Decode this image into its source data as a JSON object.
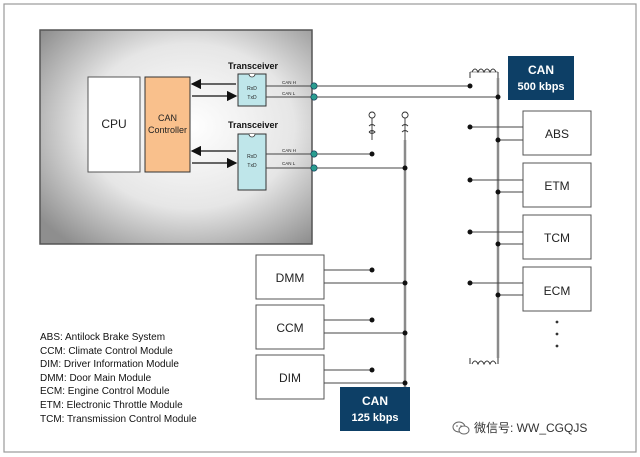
{
  "labels": {
    "cpu": "CPU",
    "can_controller_line1": "CAN",
    "can_controller_line2": "Controller",
    "transceiver_top": "Transceiver",
    "transceiver_bottom": "Transceiver",
    "rxd": "RxD",
    "txd": "TxD",
    "can_h": "CAN H",
    "can_l": "CAN L"
  },
  "bus_high": {
    "line1": "CAN",
    "line2": "500 kbps"
  },
  "bus_low": {
    "line1": "CAN",
    "line2": "125 kbps"
  },
  "right_modules": [
    "ABS",
    "ETM",
    "TCM",
    "ECM"
  ],
  "left_modules": [
    "DMM",
    "CCM",
    "DIM"
  ],
  "legend": [
    "ABS: Antilock Brake System",
    "CCM: Climate Control Module",
    "DIM: Driver Information Module",
    "DMM: Door Main Module",
    "ECM: Engine Control Module",
    "ETM: Electronic Throttle Module",
    "TCM: Transmission Control Module"
  ],
  "watermark": "微信号: WW_CGQJS",
  "colors": {
    "bus_blue": "#1f1fa8",
    "bus_gray": "#8a8a8a",
    "controller_fill": "#f9c08c",
    "transceiver_fill": "#bfe6ea",
    "label_box_fill": "#0d3f66",
    "connector_green": "#2a9d8f"
  }
}
